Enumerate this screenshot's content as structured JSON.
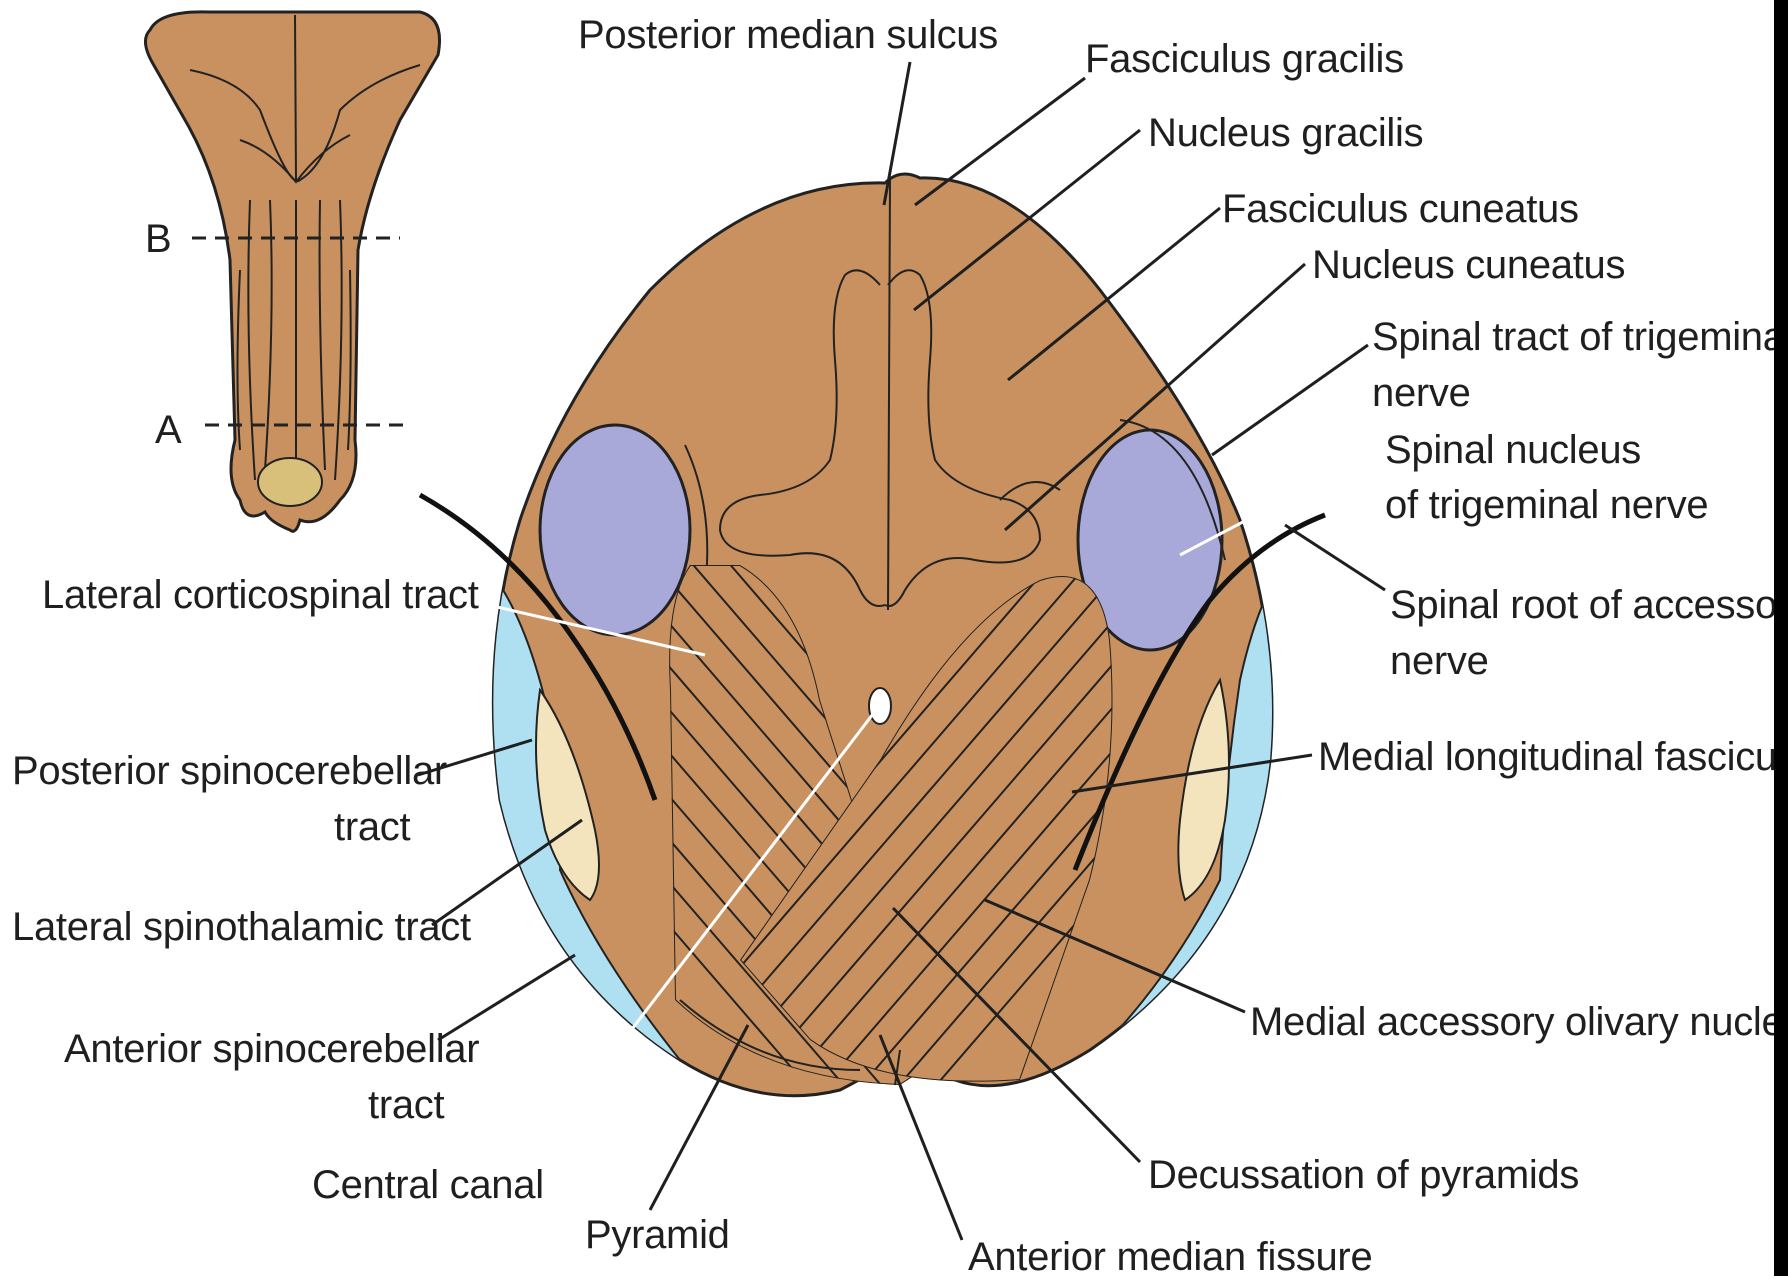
{
  "colors": {
    "tissue": "#c9915f",
    "tissue_dark": "#b98553",
    "trigeminal_nucleus": "#a8a9d9",
    "spinocerebellar": "#aee0f2",
    "spinothalamic": "#f4e4bd",
    "outline": "#222222",
    "background": "#ffffff"
  },
  "inset": {
    "level_b": "B",
    "level_a": "A"
  },
  "labels": {
    "posterior_median_sulcus": "Posterior median sulcus",
    "fasciculus_gracilis": "Fasciculus gracilis",
    "nucleus_gracilis": "Nucleus gracilis",
    "fasciculus_cuneatus": "Fasciculus cuneatus",
    "nucleus_cuneatus": "Nucleus cuneatus",
    "spinal_tract_trigeminal_1": "Spinal tract of trigeminal",
    "spinal_tract_trigeminal_2": "nerve",
    "spinal_nucleus_trigeminal_1": "Spinal nucleus",
    "spinal_nucleus_trigeminal_2": "of trigeminal nerve",
    "spinal_root_accessory_1": "Spinal root of accessory",
    "spinal_root_accessory_2": "nerve",
    "medial_longitudinal_fasciculus": "Medial longitudinal fasciculus",
    "medial_accessory_olivary_nucleus": "Medial accessory olivary nucleus",
    "decussation_of_pyramids": "Decussation of pyramids",
    "anterior_median_fissure": "Anterior median fissure",
    "pyramid": "Pyramid",
    "central_canal": "Central canal",
    "anterior_spinocerebellar_1": "Anterior spinocerebellar",
    "anterior_spinocerebellar_2": "tract",
    "lateral_spinothalamic": "Lateral spinothalamic tract",
    "posterior_spinocerebellar_1": "Posterior spinocerebellar",
    "posterior_spinocerebellar_2": "tract",
    "lateral_corticospinal": "Lateral corticospinal tract"
  }
}
